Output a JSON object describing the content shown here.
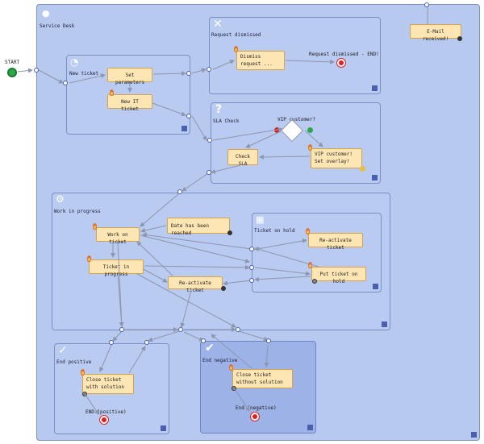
{
  "start_label": "START",
  "service_desk": {
    "title": "Service Desk"
  },
  "email_task": "E-Mail received!",
  "new_ticket": {
    "title": "New ticket",
    "set_params": "Set parameters",
    "new_it": "New IT ticket"
  },
  "dismissed": {
    "title": "Request dismissed",
    "dismiss_task": "Dismiss request ...",
    "end_label": "Request dismissed - END!"
  },
  "sla": {
    "title": "SLA Check",
    "gateway_label": "VIP customer?",
    "check_sla": "Check SLA",
    "vip_task": "VIP customer! Set overlay!"
  },
  "work": {
    "title": "Work in progress",
    "reached": "Date has been reached",
    "work_on": "Work on ticket",
    "in_progress": "Ticket in progress",
    "reactivate": "Re-activate ticket"
  },
  "on_hold": {
    "title": "Ticket on hold",
    "reactivate": "Re-activate ticket",
    "put_on_hold": "Put ticket on hold"
  },
  "end_positive": {
    "title": "End positive",
    "task": "Close ticket with solution",
    "end_label": "END (positive)"
  },
  "end_negative": {
    "title": "End negative",
    "task": "Close ticket without solution",
    "end_label": "End (negative)"
  },
  "colors": {
    "lane": "#b7c9ef",
    "task": "#fde6b3",
    "task_border": "#d7a24a",
    "end": "#e02020",
    "start": "#2aa84a",
    "edge": "#8d96ad"
  }
}
